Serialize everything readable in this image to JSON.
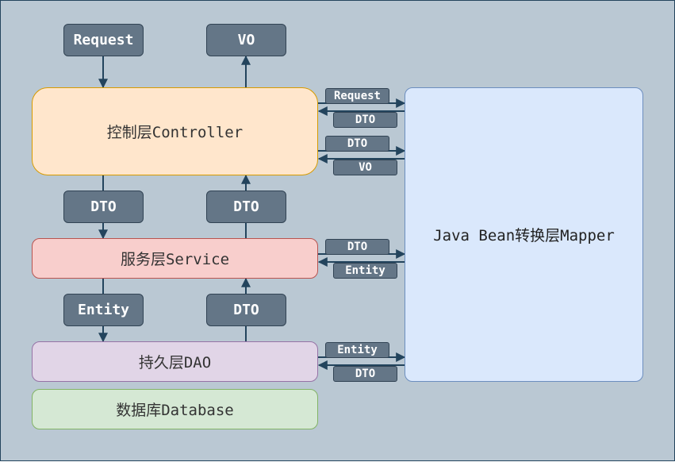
{
  "colors": {
    "background": "#bac8d3",
    "tag_fill": "#647687",
    "controller": "#ffe6cc",
    "service": "#f8cecc",
    "dao": "#e1d5e7",
    "database": "#d5e8d4",
    "mapper": "#dae8fc",
    "arrow": "#23445d"
  },
  "top": {
    "request": "Request",
    "vo": "VO"
  },
  "layers": {
    "controller": "控制层Controller",
    "service": "服务层Service",
    "dao": "持久层DAO",
    "database": "数据库Database"
  },
  "between": {
    "controller_service_down": "DTO",
    "controller_service_up": "DTO",
    "service_dao_down": "Entity",
    "service_dao_up": "DTO"
  },
  "mapper": "Java Bean转换层Mapper",
  "exchanges": {
    "controller_1_out": "Request",
    "controller_1_in": "DTO",
    "controller_2_out": "DTO",
    "controller_2_in": "VO",
    "service_out": "DTO",
    "service_in": "Entity",
    "dao_out": "Entity",
    "dao_in": "DTO"
  }
}
